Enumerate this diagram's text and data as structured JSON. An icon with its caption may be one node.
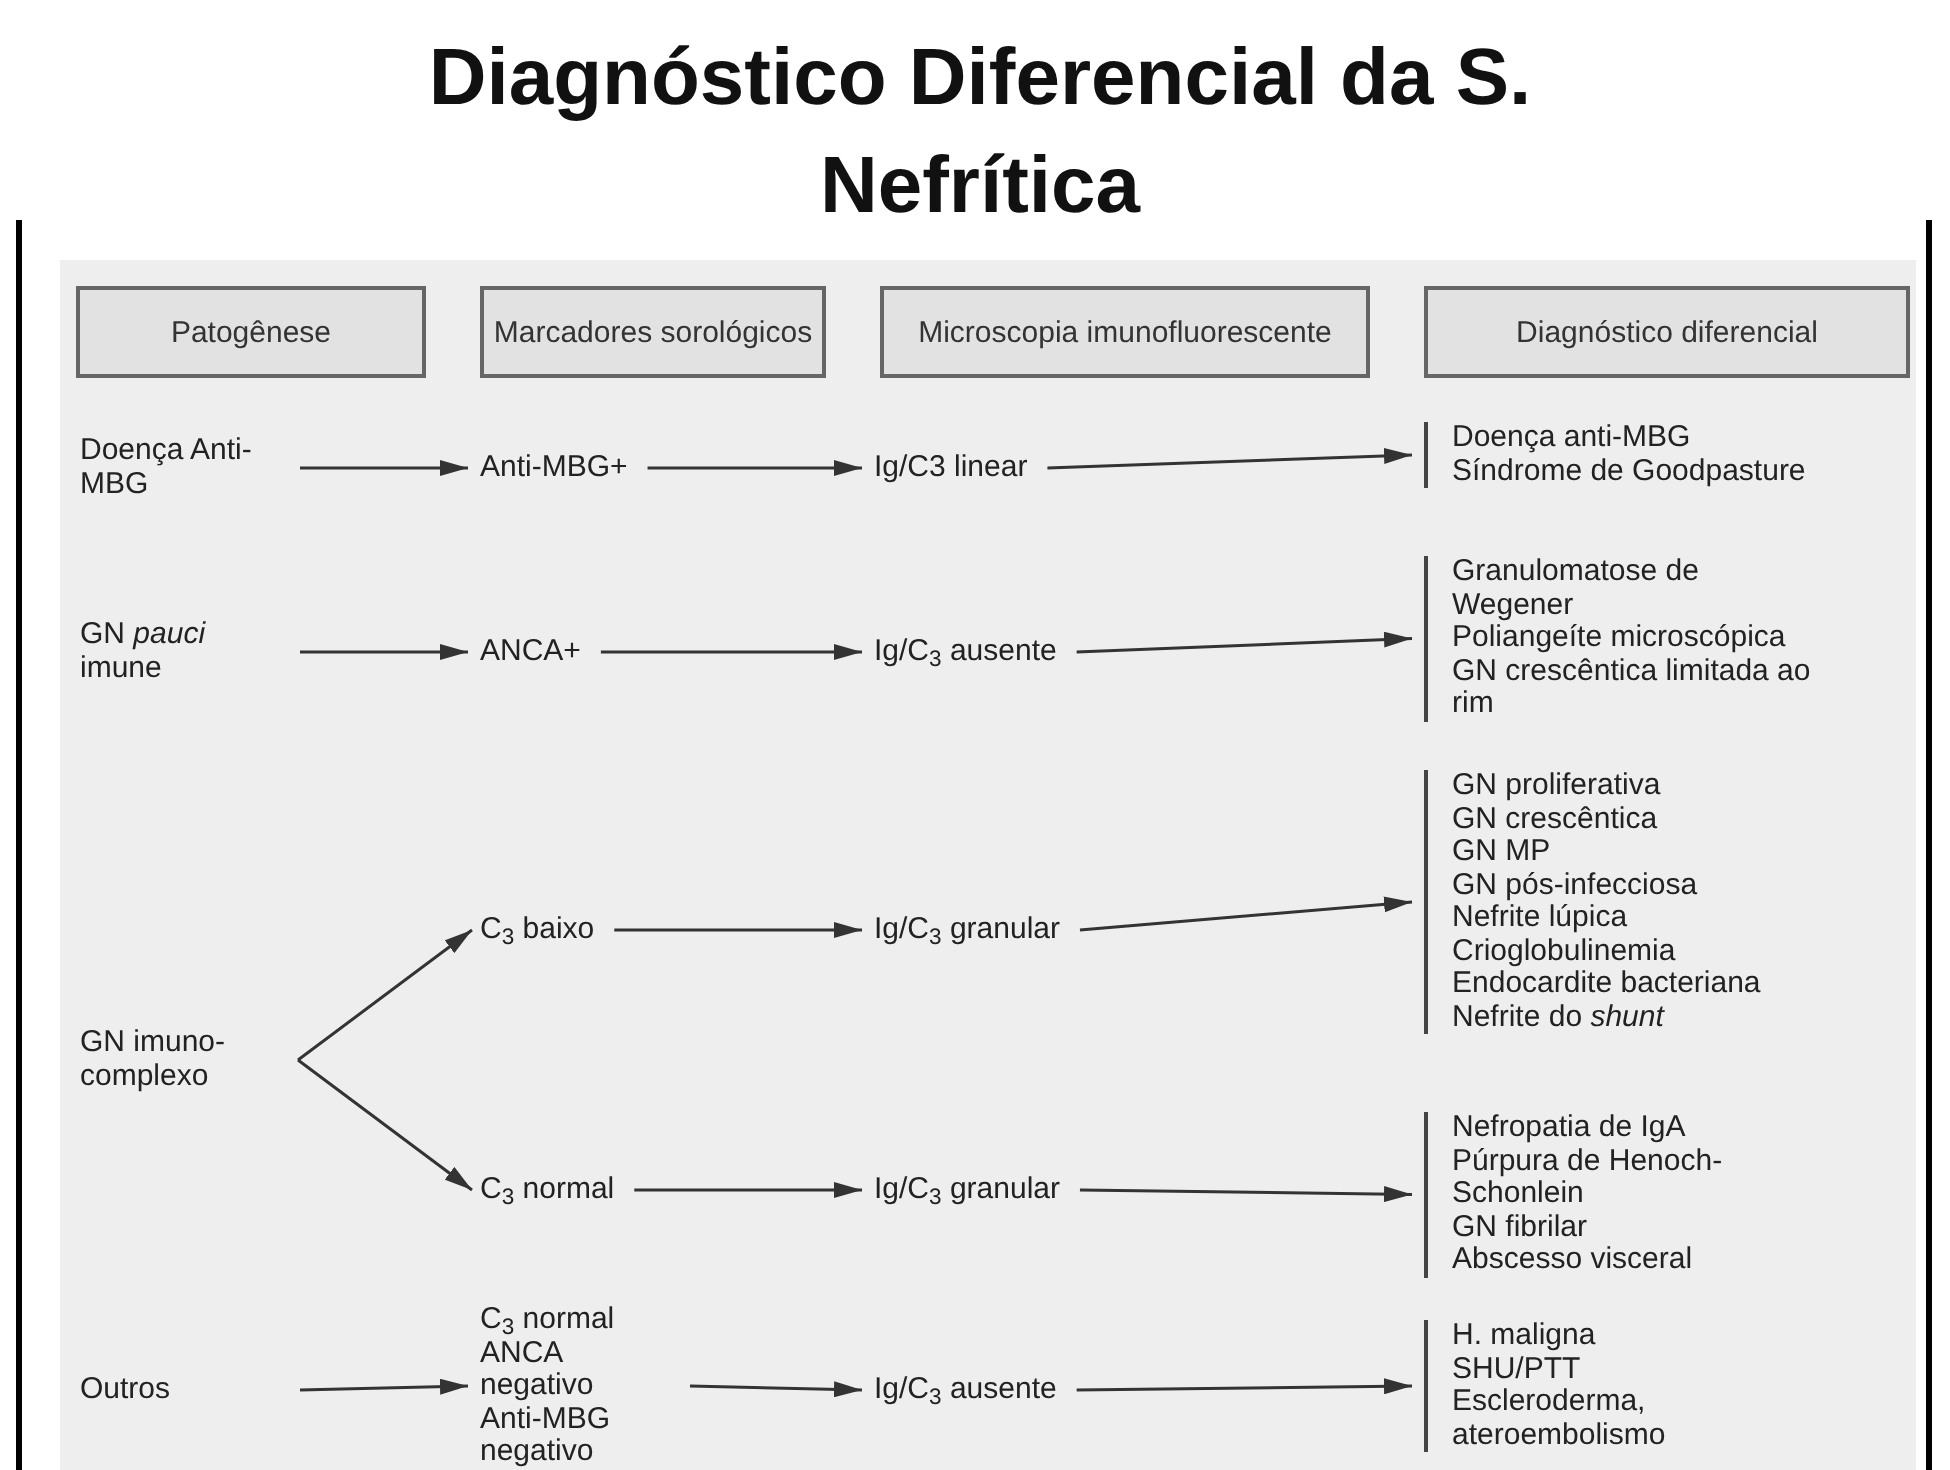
{
  "diagram": {
    "title": "Diagnóstico Diferencial da S. Nefrítica",
    "nodes": [
      {
        "text": [
          "Patogênese"
        ]
      },
      {
        "text": [
          "Marcadores sorológicos"
        ]
      },
      {
        "text": [
          "Microscopia imunofluorescente"
        ]
      },
      {
        "text": [
          "Diagnóstico diferencial"
        ]
      },
      {
        "text": [
          "Doença Anti-MBG"
        ]
      },
      {
        "text": [
          "Anti-MBG+"
        ]
      },
      {
        "text": [
          "Ig/C3 linear"
        ]
      },
      {
        "text": [
          "Doença anti-MBG",
          "Síndrome de Goodpasture"
        ]
      },
      {
        "text": [
          "GN *pauci* imune"
        ]
      },
      {
        "text": [
          "ANCA+"
        ]
      },
      {
        "text": [
          "Ig/C$_{3}$ ausente"
        ]
      },
      {
        "text": [
          "Granulomatose de Wegener",
          "Poliangeíte microscópica",
          "GN crescêntica limitada ao rim"
        ]
      },
      {
        "text": [
          "GN imuno-complexo"
        ]
      },
      {
        "text": [
          "C$_{3}$ baixo"
        ]
      },
      {
        "text": [
          "Ig/C$_{3}$ granular"
        ]
      },
      {
        "text": [
          "GN proliferativa",
          "GN crescêntica",
          "GN MP",
          "GN pós-infecciosa",
          "Nefrite lúpica",
          "Crioglobulinemia",
          "Endocardite bacteriana",
          "Nefrite do *shunt*"
        ]
      },
      {
        "text": [
          "C$_{3}$ normal"
        ]
      },
      {
        "text": [
          "Ig/C$_{3}$ granular"
        ]
      },
      {
        "text": [
          "Nefropatia de IgA",
          "Púrpura de Henoch-Schonlein",
          "GN fibrilar",
          "Abscesso visceral"
        ]
      },
      {
        "text": [
          "Outros"
        ]
      },
      {
        "text": [
          "C$_{3}$ normal",
          "ANCA negativo",
          "Anti-MBG negativo"
        ]
      },
      {
        "text": [
          "Ig/C$_{3}$ ausente"
        ]
      },
      {
        "text": [
          "H. maligna",
          "SHU/PTT",
          "Escleroderma, ateroembolismo"
        ]
      }
    ],
    "edges": [
      {
        "from": 4,
        "to": 5,
        "arrow": "to"
      },
      {
        "from": 5,
        "to": 6,
        "arrow": "to"
      },
      {
        "from": 6,
        "to": 7,
        "arrow": "to"
      },
      {
        "from": 8,
        "to": 9,
        "arrow": "to"
      },
      {
        "from": 9,
        "to": 10,
        "arrow": "to"
      },
      {
        "from": 10,
        "to": 11,
        "arrow": "to"
      },
      {
        "from": 12,
        "to": 13,
        "arrow": "to"
      },
      {
        "from": 12,
        "to": 16,
        "arrow": "to"
      },
      {
        "from": 13,
        "to": 14,
        "arrow": "to"
      },
      {
        "from": 14,
        "to": 15,
        "arrow": "to"
      },
      {
        "from": 16,
        "to": 17,
        "arrow": "to"
      },
      {
        "from": 17,
        "to": 18,
        "arrow": "to"
      },
      {
        "from": 19,
        "to": 20,
        "arrow": "to"
      },
      {
        "from": 20,
        "to": 21,
        "arrow": "to"
      },
      {
        "from": 21,
        "to": 22,
        "arrow": "to"
      }
    ]
  }
}
